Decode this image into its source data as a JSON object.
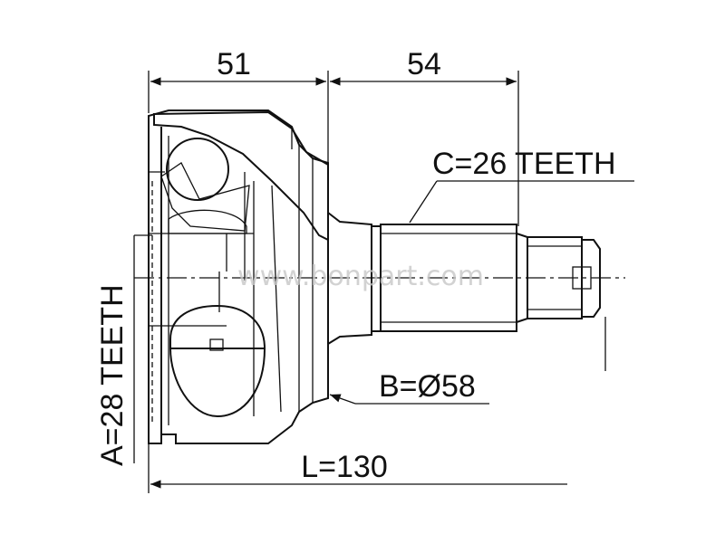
{
  "dimensions": {
    "left_width": "51",
    "right_width": "54",
    "spline_c": "C=26 TEETH",
    "diameter_b": "B=Ø58",
    "length_l": "L=130",
    "spline_a": "A=28 TEETH"
  },
  "watermark": "www.bonpart.com"
}
